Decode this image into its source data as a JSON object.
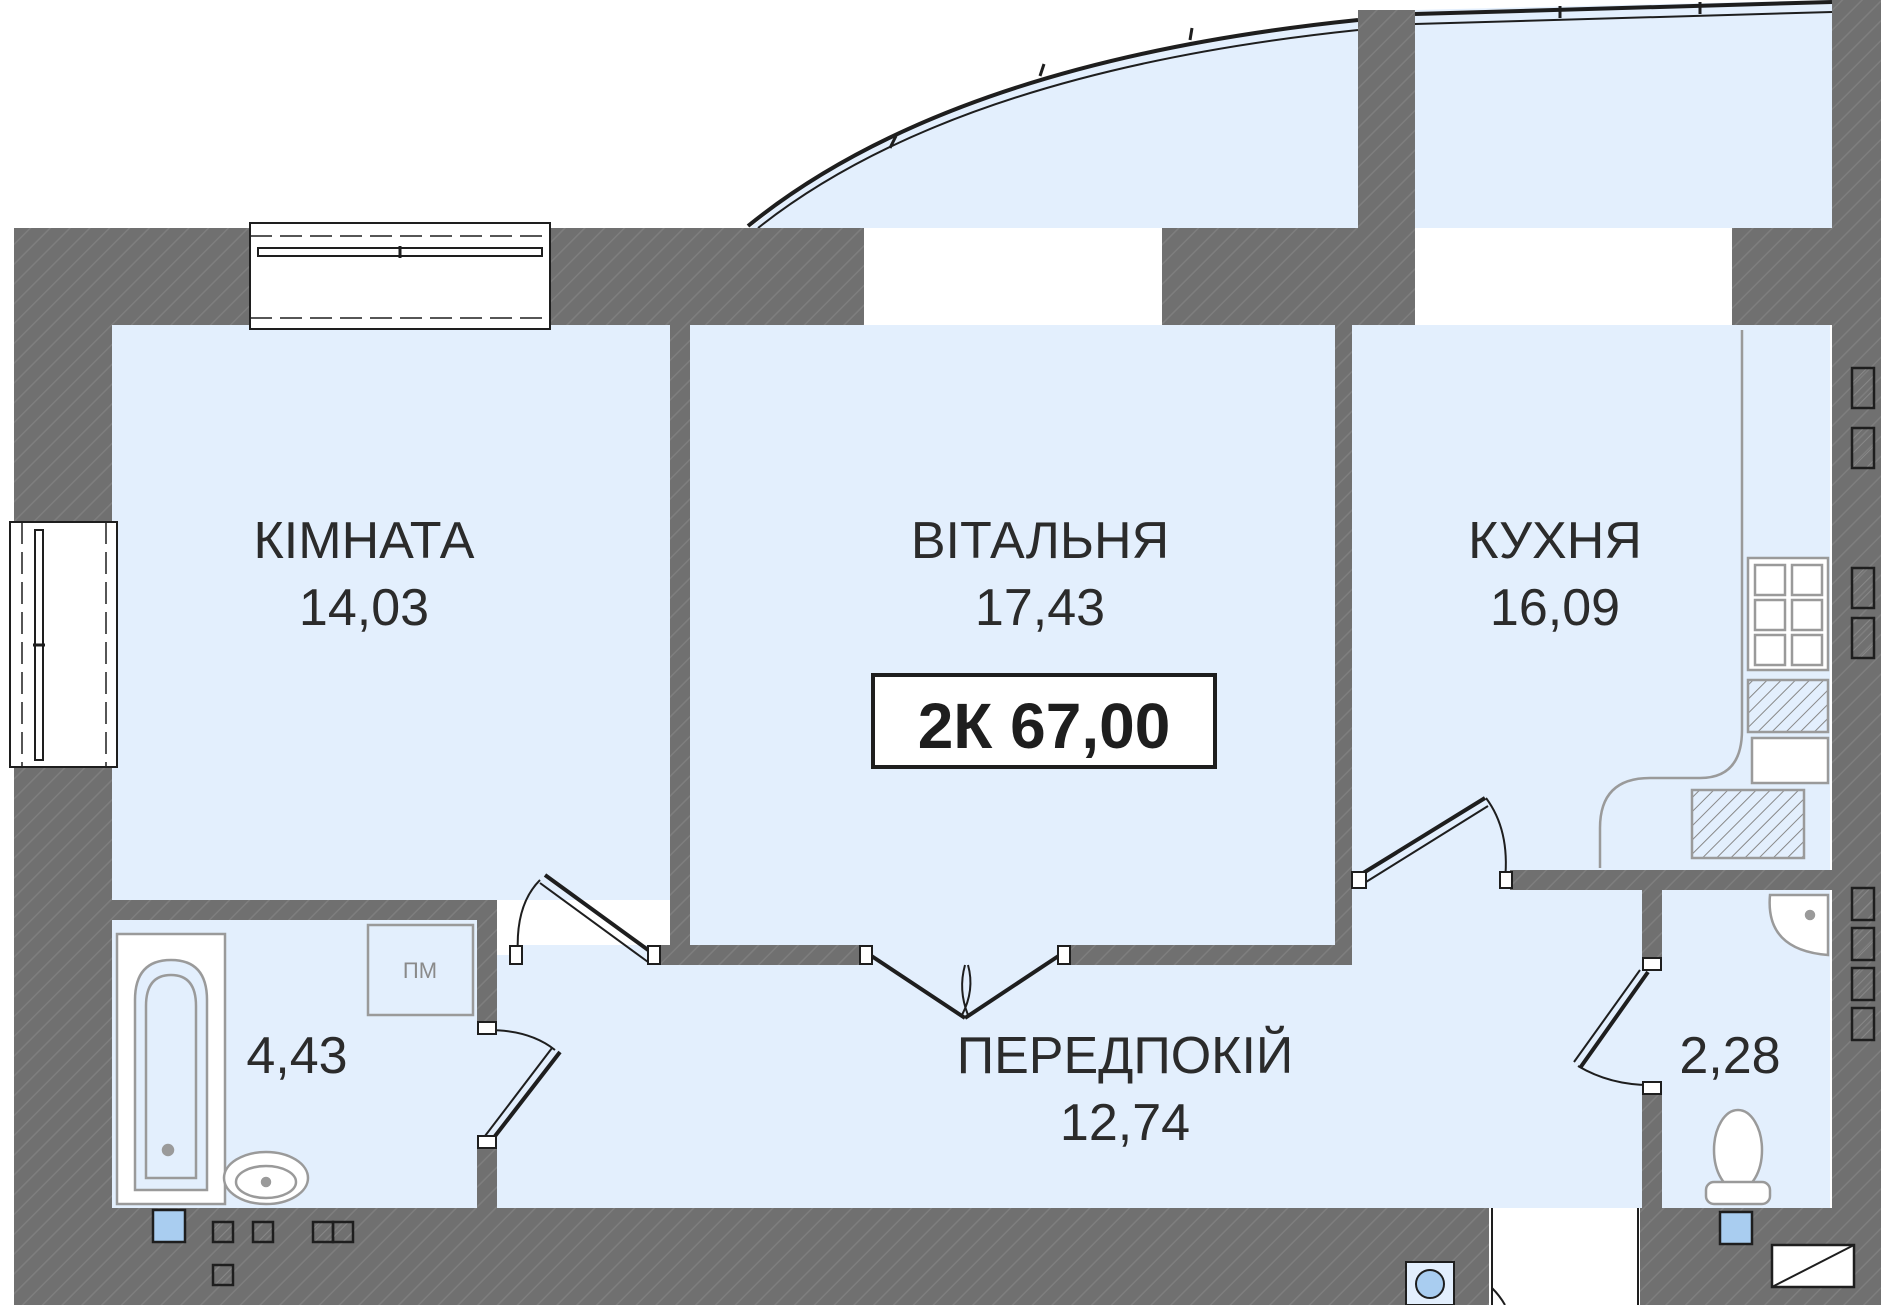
{
  "apartment": {
    "total_label": "2К 67,00"
  },
  "rooms": {
    "bedroom": {
      "name": "КІМНАТА",
      "area": "14,03"
    },
    "living": {
      "name": "ВІТАЛЬНЯ",
      "area": "17,43"
    },
    "kitchen": {
      "name": "КУХНЯ",
      "area": "16,09"
    },
    "hallway": {
      "name": "ПЕРЕДПОКІЙ",
      "area": "12,74"
    },
    "bathroom": {
      "area": "4,43"
    },
    "toilet": {
      "area": "2,28"
    }
  },
  "fixtures": {
    "washer_label": "ПМ"
  },
  "colors": {
    "wall": "#707070",
    "floor": "#e3effd",
    "fixture_line": "#9a9a9a",
    "water_point": "#a9cdf0"
  }
}
